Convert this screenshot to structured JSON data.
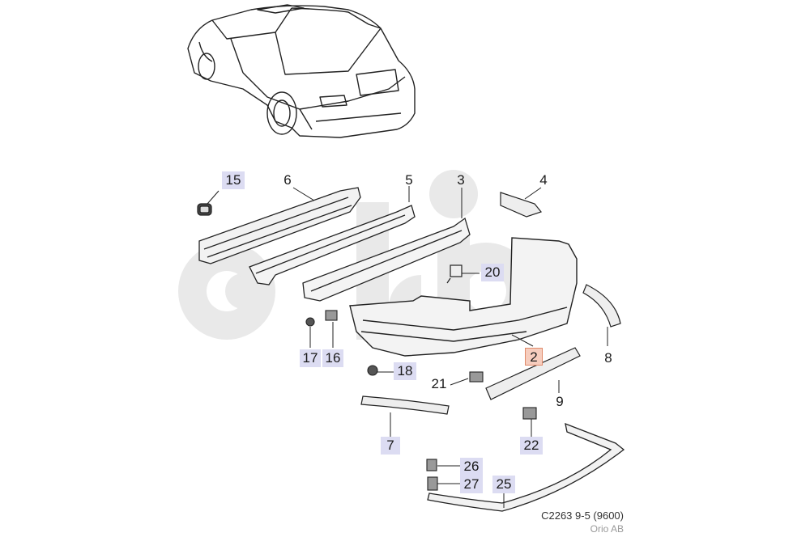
{
  "diagram": {
    "caption": "C2263 9-5 (9600)",
    "copyright": "Orio AB",
    "watermark": "orio",
    "highlight_color": "#f6cdbe",
    "label_bg_color": "#dcdcf2",
    "callouts": [
      {
        "num": "15",
        "style": "std"
      },
      {
        "num": "6",
        "style": "plain"
      },
      {
        "num": "5",
        "style": "plain"
      },
      {
        "num": "3",
        "style": "plain"
      },
      {
        "num": "4",
        "style": "plain"
      },
      {
        "num": "20",
        "style": "std"
      },
      {
        "num": "17",
        "style": "std"
      },
      {
        "num": "16",
        "style": "std"
      },
      {
        "num": "2",
        "style": "hl"
      },
      {
        "num": "8",
        "style": "plain"
      },
      {
        "num": "18",
        "style": "std"
      },
      {
        "num": "21",
        "style": "plain"
      },
      {
        "num": "9",
        "style": "plain"
      },
      {
        "num": "7",
        "style": "std"
      },
      {
        "num": "22",
        "style": "std"
      },
      {
        "num": "26",
        "style": "std"
      },
      {
        "num": "27",
        "style": "std"
      },
      {
        "num": "25",
        "style": "std"
      }
    ]
  }
}
